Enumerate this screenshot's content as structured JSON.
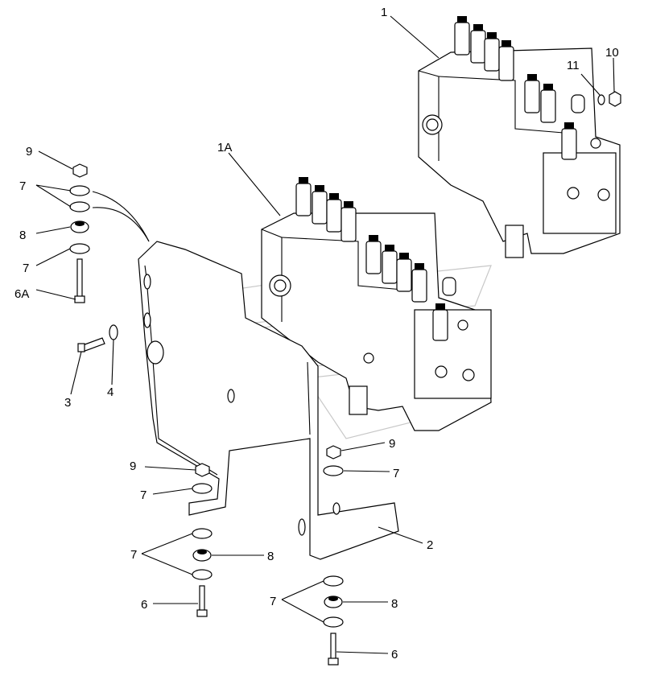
{
  "callouts": {
    "c_1": "1",
    "c_1A": "1A",
    "c_10": "10",
    "c_11": "11",
    "c_9_top": "9",
    "c_7_top": "7",
    "c_8_top": "8",
    "c_7_top2": "7",
    "c_6A": "6A",
    "c_3": "3",
    "c_4": "4",
    "c_9_mid": "9",
    "c_7_mid": "7",
    "c_9_left": "9",
    "c_7_left": "7",
    "c_2": "2",
    "c_7_low": "7",
    "c_8_low": "8",
    "c_6_left": "6",
    "c_7_bot": "7",
    "c_8_bot": "8",
    "c_6_bot": "6"
  }
}
